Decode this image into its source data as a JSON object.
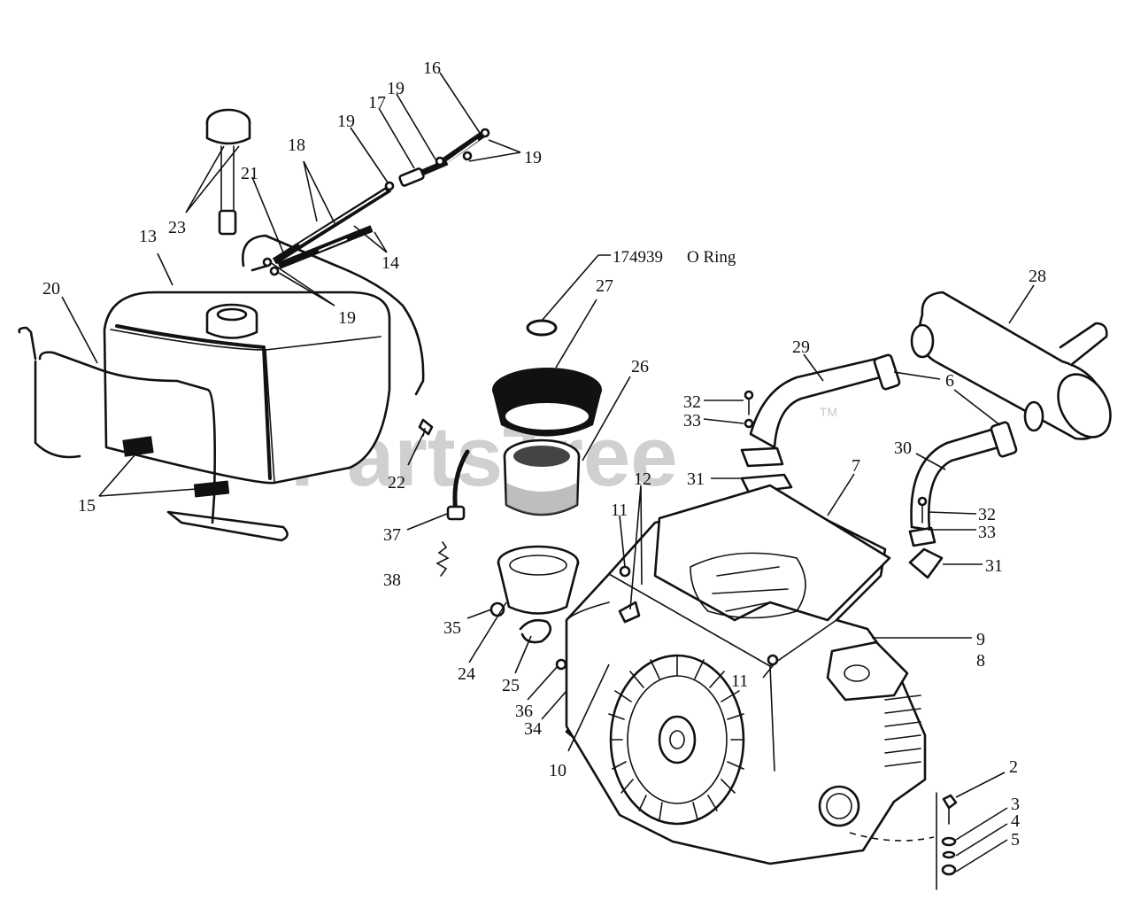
{
  "watermark": {
    "brand": "PartsTree",
    "trademark": "TM"
  },
  "note": {
    "part_number": "174939",
    "description": "O Ring"
  },
  "callouts": [
    {
      "id": "c16",
      "text": "16"
    },
    {
      "id": "c19a",
      "text": "19"
    },
    {
      "id": "c17",
      "text": "17"
    },
    {
      "id": "c19b",
      "text": "19"
    },
    {
      "id": "c19c",
      "text": "19"
    },
    {
      "id": "c18",
      "text": "18"
    },
    {
      "id": "c21",
      "text": "21"
    },
    {
      "id": "c23",
      "text": "23"
    },
    {
      "id": "c13",
      "text": "13"
    },
    {
      "id": "c14",
      "text": "14"
    },
    {
      "id": "c20",
      "text": "20"
    },
    {
      "id": "c19d",
      "text": "19"
    },
    {
      "id": "c22",
      "text": "22"
    },
    {
      "id": "c15",
      "text": "15"
    },
    {
      "id": "c27",
      "text": "27"
    },
    {
      "id": "c26",
      "text": "26"
    },
    {
      "id": "c28",
      "text": "28"
    },
    {
      "id": "c29",
      "text": "29"
    },
    {
      "id": "c6",
      "text": "6"
    },
    {
      "id": "c32a",
      "text": "32"
    },
    {
      "id": "c33a",
      "text": "33"
    },
    {
      "id": "c30",
      "text": "30"
    },
    {
      "id": "c31a",
      "text": "31"
    },
    {
      "id": "c7",
      "text": "7"
    },
    {
      "id": "c12",
      "text": "12"
    },
    {
      "id": "c11a",
      "text": "11"
    },
    {
      "id": "c32b",
      "text": "32"
    },
    {
      "id": "c33b",
      "text": "33"
    },
    {
      "id": "c31b",
      "text": "31"
    },
    {
      "id": "c37",
      "text": "37"
    },
    {
      "id": "c38",
      "text": "38"
    },
    {
      "id": "c35",
      "text": "35"
    },
    {
      "id": "c24",
      "text": "24"
    },
    {
      "id": "c25",
      "text": "25"
    },
    {
      "id": "c36",
      "text": "36"
    },
    {
      "id": "c34",
      "text": "34"
    },
    {
      "id": "c9",
      "text": "9"
    },
    {
      "id": "c8",
      "text": "8"
    },
    {
      "id": "c11b",
      "text": "11"
    },
    {
      "id": "c10",
      "text": "10"
    },
    {
      "id": "c2",
      "text": "2"
    },
    {
      "id": "c3",
      "text": "3"
    },
    {
      "id": "c4",
      "text": "4"
    },
    {
      "id": "c5",
      "text": "5"
    }
  ]
}
